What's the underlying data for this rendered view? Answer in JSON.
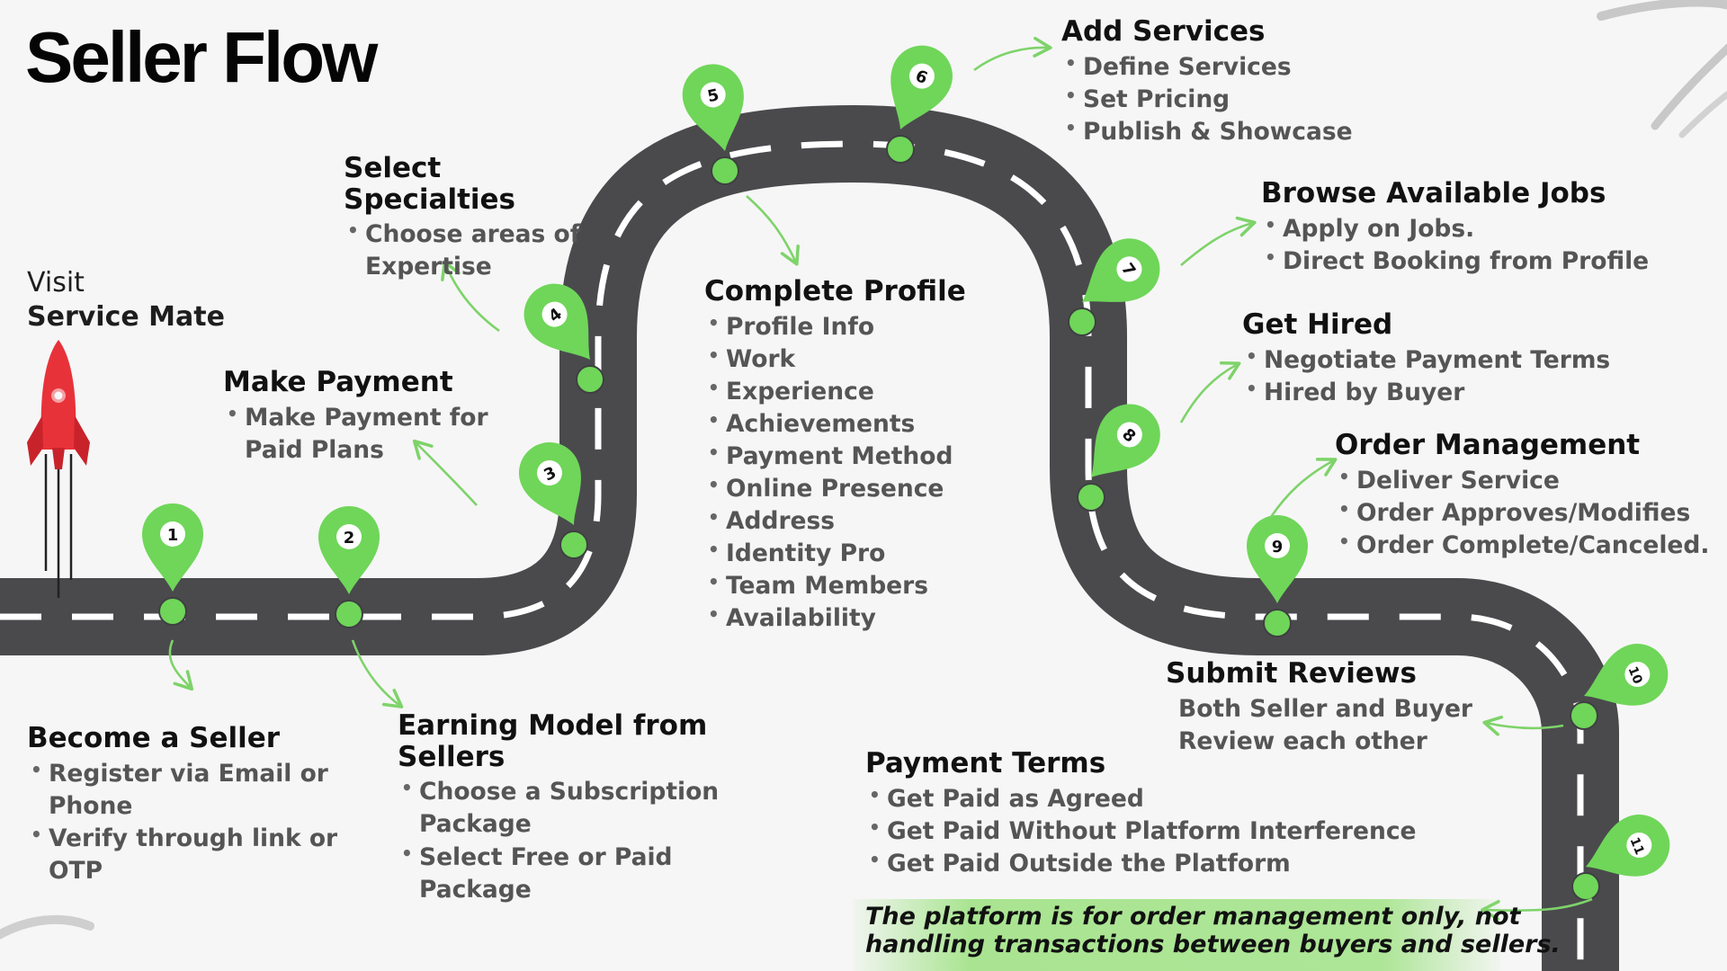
{
  "title": "Seller Flow",
  "visit": {
    "line1": "Visit",
    "line2": "Service Mate"
  },
  "colors": {
    "road": "#4a4a4d",
    "road_dash": "#ffffff",
    "pin": "#6fd659",
    "rocket_body": "#e8323a",
    "arrow": "#7ed36a",
    "highlight": "#96e078"
  },
  "icons": [
    "rocket-icon",
    "map-pin-icon",
    "curved-arrow-icon"
  ],
  "steps": [
    {
      "number": "1",
      "title": "Become a Seller",
      "items": [
        "Register via Email or Phone",
        "Verify through link or OTP"
      ]
    },
    {
      "number": "2",
      "title": "Earning Model from Sellers",
      "items": [
        "Choose a Subscription Package",
        "Select Free or Paid Package"
      ]
    },
    {
      "number": "3",
      "title": "Make Payment",
      "items": [
        "Make Payment for Paid Plans"
      ]
    },
    {
      "number": "4",
      "title": "Select Specialties",
      "items": [
        "Choose areas of Expertise"
      ]
    },
    {
      "number": "5",
      "title": "Complete Profile",
      "items": [
        "Profile Info",
        "Work",
        "Experience",
        "Achievements",
        "Payment Method",
        "Online Presence",
        "Address",
        "Identity Pro",
        "Team Members",
        "Availability"
      ]
    },
    {
      "number": "6",
      "title": "Add Services",
      "items": [
        "Define Services",
        "Set Pricing",
        "Publish & Showcase"
      ]
    },
    {
      "number": "7",
      "title": "Browse Available Jobs",
      "items": [
        "Apply on Jobs.",
        "Direct Booking from Profile"
      ]
    },
    {
      "number": "8",
      "title": "Get Hired",
      "items": [
        "Negotiate Payment Terms",
        "Hired by Buyer"
      ]
    },
    {
      "number": "9",
      "title": "Order Management",
      "items": [
        "Deliver Service",
        "Order Approves/Modifies",
        "Order Complete/Canceled."
      ]
    },
    {
      "number": "10",
      "title": "Submit Reviews",
      "text": "Both Seller and Buyer Review each other"
    },
    {
      "number": "11",
      "title": "Payment Terms",
      "items": [
        "Get Paid as Agreed",
        "Get Paid Without Platform Interference",
        "Get Paid Outside the Platform"
      ]
    }
  ],
  "note": "The platform is for order management only, not handling transactions between buyers and sellers."
}
